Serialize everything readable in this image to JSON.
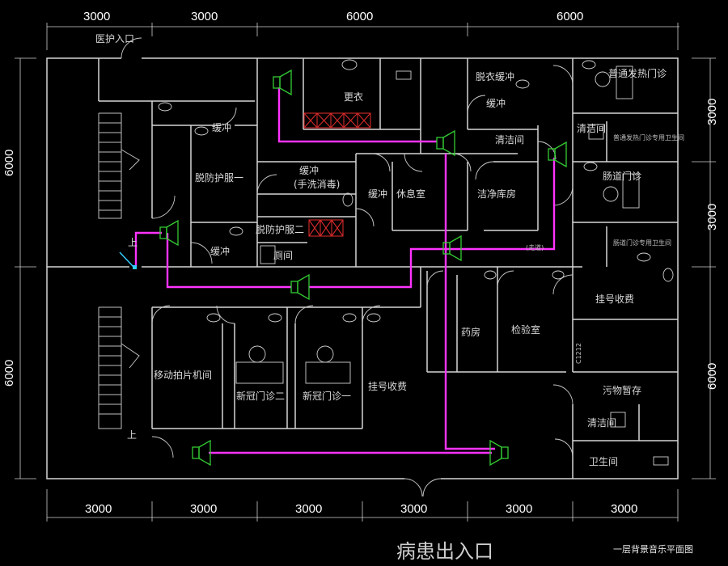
{
  "dimensions": {
    "top": [
      "3000",
      "3000",
      "6000",
      "6000"
    ],
    "bottom": [
      "3000",
      "3000",
      "3000",
      "3000",
      "3000",
      "3000"
    ],
    "left": [
      "6000",
      "6000"
    ],
    "right": [
      "3000",
      "3000",
      "6000"
    ]
  },
  "entrances": {
    "medical": "医护入口",
    "patient": "病患出入口"
  },
  "rooms": {
    "changing": "更衣",
    "undress_buffer": "脱衣缓冲",
    "buffer_a": "缓冲",
    "buffer_b": "缓冲",
    "buffer_c": "缓冲",
    "buffer_d": "缓冲",
    "remove_gown_1": "脱防护服一",
    "remove_gown_2": "脱防护服二",
    "buffer_wash": "缓冲",
    "buffer_wash_sub": "(手洗消毒)",
    "rest_room": "休息室",
    "clean_storage": "洁净库房",
    "cleaning_1": "清洁间",
    "cleaning_2": "清洁间",
    "cleaning_3": "清洁间",
    "fever_clinic": "普通发热门诊",
    "fever_toilet": "普通发热门诊专用卫生间",
    "intestinal_clinic": "肠道门诊",
    "intestinal_toilet": "肠道门诊专用卫生间",
    "registration_1": "挂号收费",
    "registration_2": "挂号收费",
    "pharmacy": "药房",
    "lab": "检验室",
    "waste_storage": "污物暂存",
    "toilet": "卫生间",
    "mobile_xray": "移动拍片机间",
    "new_clinic_2": "新冠门诊二",
    "new_clinic_1": "新冠门诊一",
    "toilet_small": "厕间",
    "window_code": "C1212",
    "corridor_note": "(走道)"
  },
  "stairs": {
    "up_top": "上",
    "up_bottom": "上"
  },
  "title": "一层背景音乐平面图",
  "colors": {
    "background": "#000000",
    "wiring": "#ff33ff",
    "speaker": "#33cc33",
    "walls": "#d6d6d6",
    "changing_lockers": "#d42a2a"
  }
}
